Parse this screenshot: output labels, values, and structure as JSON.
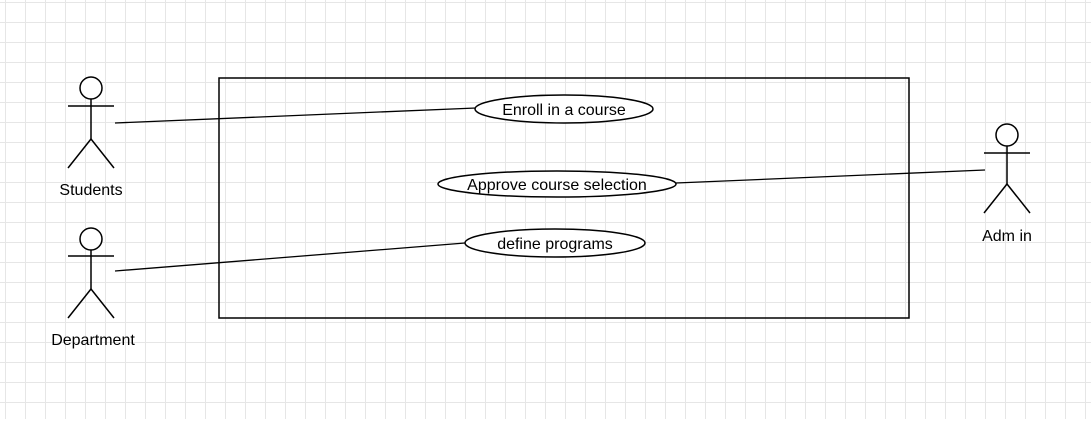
{
  "diagram": {
    "type": "use-case",
    "actors": [
      {
        "id": "students",
        "label": "Students"
      },
      {
        "id": "department",
        "label": "Department"
      },
      {
        "id": "admin",
        "label": "Adm in"
      }
    ],
    "use_cases": [
      {
        "id": "enroll",
        "label": "Enroll in a course"
      },
      {
        "id": "approve",
        "label": "Approve course selection"
      },
      {
        "id": "define",
        "label": "define programs"
      }
    ],
    "associations": [
      {
        "from": "students",
        "to": "enroll"
      },
      {
        "from": "department",
        "to": "define"
      },
      {
        "from": "admin",
        "to": "approve"
      }
    ],
    "colors": {
      "stroke": "#000000",
      "grid": "#e6e6e6",
      "background": "#ffffff"
    }
  }
}
